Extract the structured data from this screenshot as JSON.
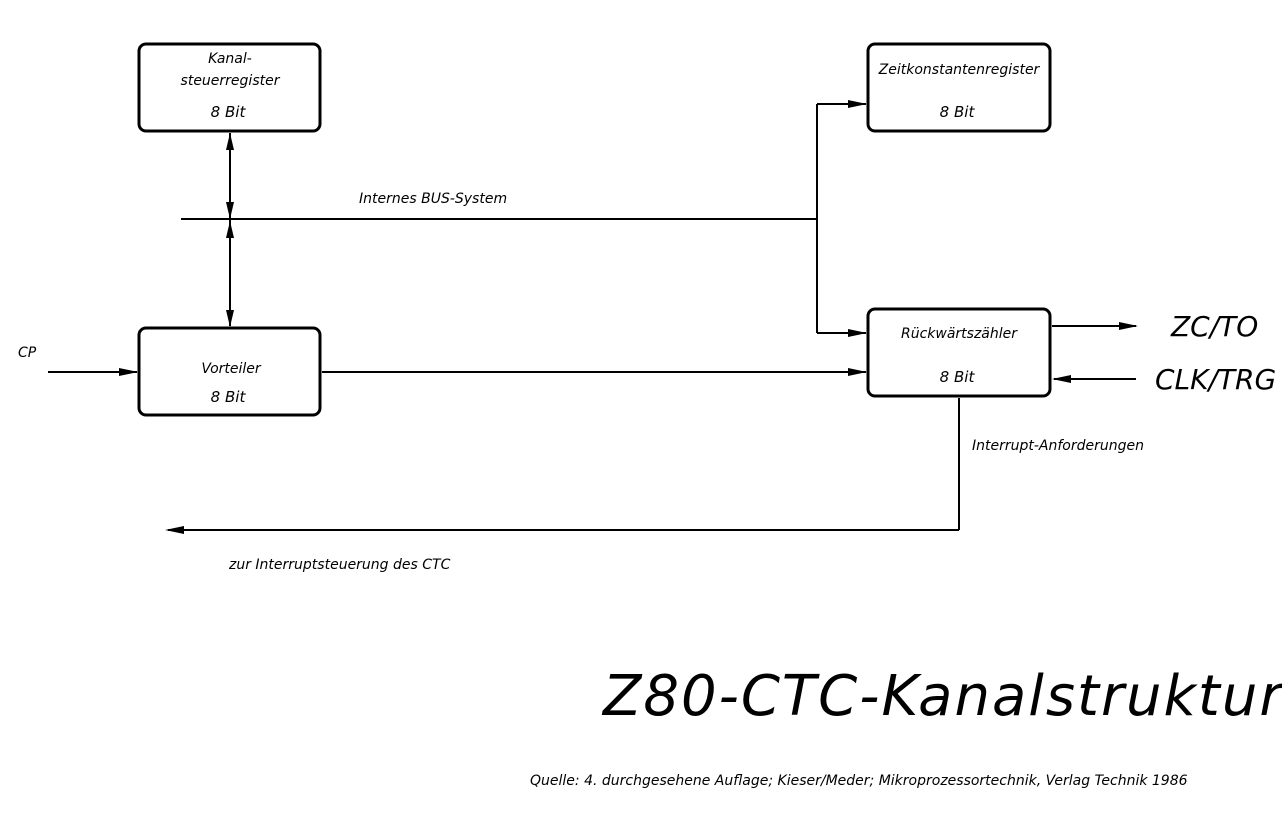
{
  "blocks": {
    "kanal": {
      "line1": "Kanal-",
      "line2": "steuerregister",
      "bits": "8 Bit"
    },
    "zeit": {
      "line1": "Zeitkonstantenregister",
      "bits": "8 Bit"
    },
    "vorteiler": {
      "line1": "Vorteiler",
      "bits": "8 Bit"
    },
    "zaehler": {
      "line1": "Rückwärtszähler",
      "bits": "8 Bit"
    }
  },
  "labels": {
    "bus": "Internes BUS-System",
    "cp": "CP",
    "zcto": "ZC/TO",
    "clktrg": "CLK/TRG",
    "interrupt_req": "Interrupt-Anforderungen",
    "interrupt_ctrl": "zur Interruptsteuerung des CTC"
  },
  "title": "Z80-CTC-Kanalstruktur",
  "source": "Quelle: 4. durchgesehene Auflage; Kieser/Meder; Mikroprozessortechnik, Verlag Technik 1986"
}
